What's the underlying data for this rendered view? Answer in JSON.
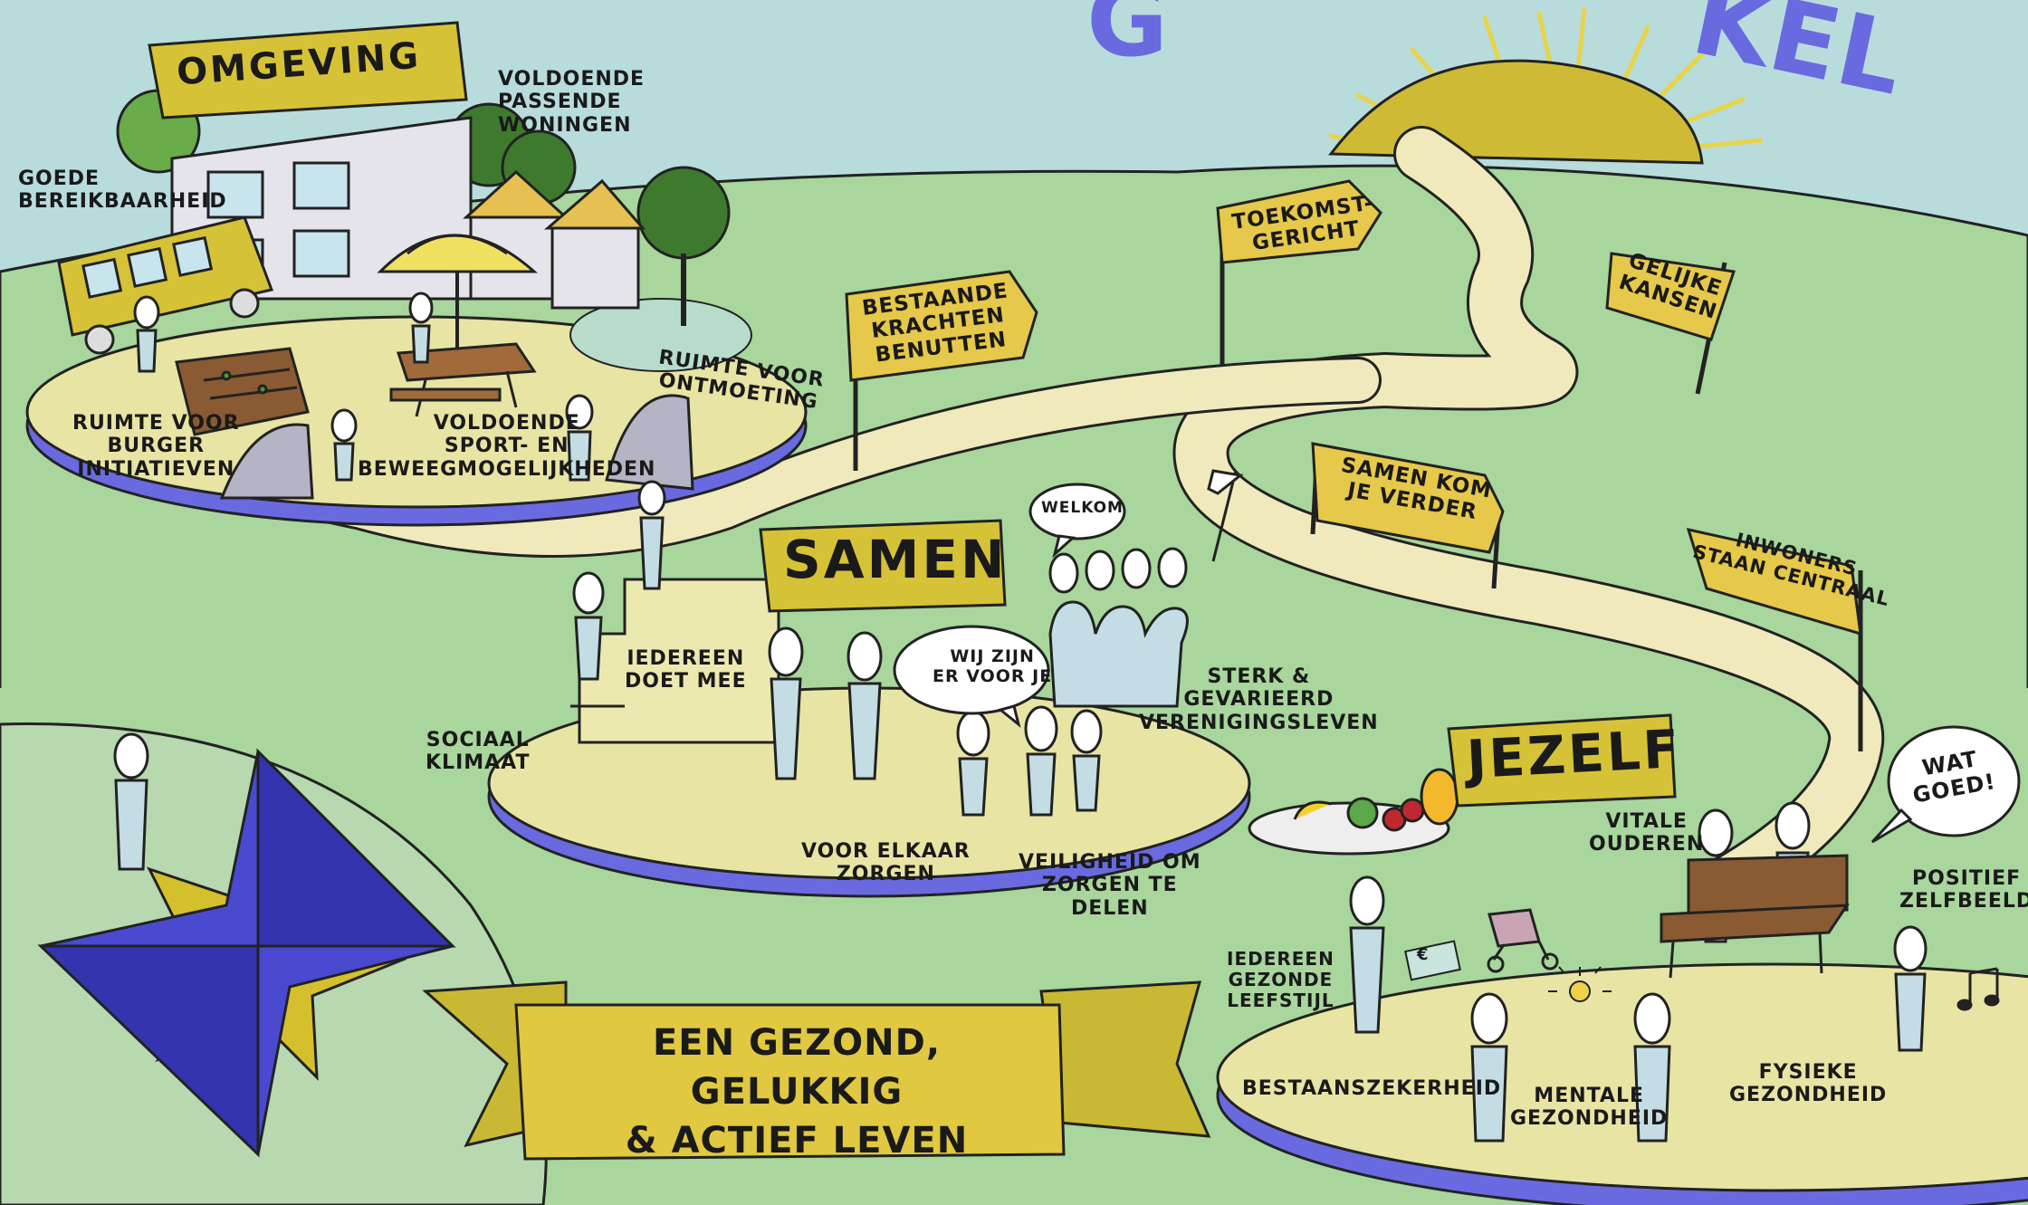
{
  "title_partial": [
    "G",
    "KEL"
  ],
  "sections": {
    "omgeving": "OMGEVING",
    "samen": "SAMEN",
    "jezelf": "JEZELF"
  },
  "banner": [
    "EEN GEZOND, GELUKKIG",
    "& ACTIEF LEVEN"
  ],
  "labels": {
    "voldoende_woningen": [
      "VOLDOENDE",
      "PASSENDE",
      "WONINGEN"
    ],
    "goede_bereikbaarheid": [
      "GOEDE",
      "BEREIKBAARHEID"
    ],
    "ruimte_burger": [
      "RUIMTE VOOR",
      "BURGER",
      "INITIATIEVEN"
    ],
    "voldoende_sport": [
      "VOLDOENDE",
      "SPORT- EN",
      "BEWEEGMOGELIJKHEDEN"
    ],
    "ruimte_ontmoeting": [
      "RUIMTE VOOR",
      "ONTMOETING"
    ],
    "iedereen_doet_mee": [
      "IEDEREEN",
      "DOET MEE"
    ],
    "sociaal_klimaat": [
      "SOCIAAL",
      "KLIMAAT"
    ],
    "welkom": "WELKOM",
    "wij_zijn": [
      "WIJ ZIJN",
      "ER VOOR JE"
    ],
    "sterk_verenigingsleven": [
      "STERK &",
      "GEVARIEERD",
      "VERENIGINGSLEVEN"
    ],
    "voor_elkaar": [
      "VOOR ELKAAR",
      "ZORGEN"
    ],
    "veiligheid": [
      "VEILIGHEID OM",
      "ZORGEN TE",
      "DELEN"
    ],
    "vitale_ouderen": [
      "VITALE",
      "OUDEREN"
    ],
    "wat_goed": [
      "WAT",
      "GOED!"
    ],
    "positief_zelfbeeld": [
      "POSITIEF",
      "ZELFBEELD"
    ],
    "iedereen_gezonde": [
      "IEDEREEN",
      "GEZONDE",
      "LEEFSTIJL"
    ],
    "bestaanszekerheid": "BESTAANSZEKERHEID",
    "mentale": [
      "MENTALE",
      "GEZONDHEID"
    ],
    "fysieke": [
      "FYSIEKE",
      "GEZONDHEID"
    ],
    "euro": "€"
  },
  "signs": {
    "bestaande": [
      "BESTAANDE",
      "KRACHTEN",
      "BENUTTEN"
    ],
    "toekomst": [
      "TOEKOMST-",
      "GERICHT"
    ],
    "gelijke": [
      "GELIJKE",
      "KANSEN"
    ],
    "samen_kom": [
      "SAMEN KOM",
      "JE VERDER"
    ],
    "inwoners": [
      "INWONERS",
      "STAAN CENTRAAL"
    ]
  },
  "colors": {
    "sky": "#b8dcdc",
    "hill": "#a8d69c",
    "hill_dark": "#93c88a",
    "island": "#e8e4a4",
    "island_edge": "#6a6ae0",
    "path": "#efe9bc",
    "sign": "#e6c84a",
    "gold": "#c9b833",
    "compass_blue": "#4a4ad0",
    "compass_gold": "#d4c02c",
    "person": "#c4dde4"
  }
}
